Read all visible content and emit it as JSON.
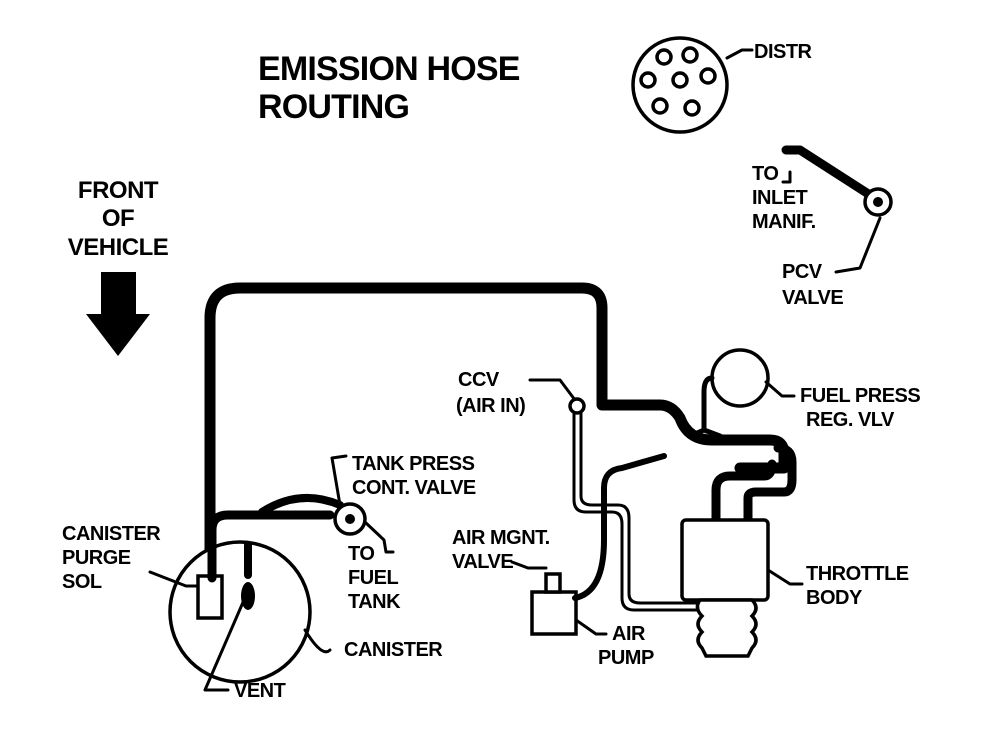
{
  "title": {
    "line1": "EMISSION HOSE",
    "line2": "ROUTING"
  },
  "orientation": {
    "line1": "FRONT",
    "line2": "OF",
    "line3": "VEHICLE"
  },
  "labels": {
    "distr": "DISTR",
    "to_inlet_manif": [
      "TO",
      "INLET",
      "MANIF."
    ],
    "pcv_valve": [
      "PCV",
      "VALVE"
    ],
    "ccv_air_in": [
      "CCV",
      "(AIR IN)"
    ],
    "fuel_press_reg_vlv": [
      "FUEL PRESS",
      "REG. VLV"
    ],
    "tank_press_cont_valve": [
      "TANK PRESS",
      "CONT. VALVE"
    ],
    "to_fuel_tank": [
      "TO",
      "FUEL",
      "TANK"
    ],
    "canister_purge_sol": [
      "CANISTER",
      "PURGE",
      "SOL"
    ],
    "air_mgnt_valve": [
      "AIR MGNT.",
      "VALVE"
    ],
    "air_pump": [
      "AIR",
      "PUMP"
    ],
    "throttle_body": [
      "THROTTLE",
      "BODY"
    ],
    "canister": "CANISTER",
    "vent": "VENT"
  },
  "colors": {
    "ink": "#000000",
    "paper": "#ffffff"
  }
}
